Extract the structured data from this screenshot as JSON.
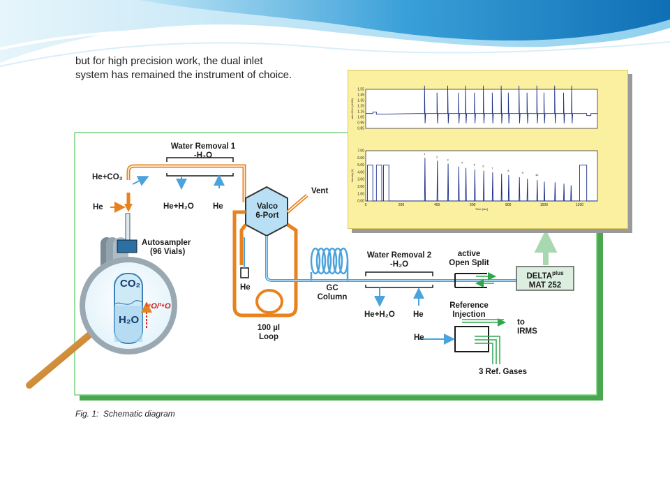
{
  "intro": {
    "line1": "but for high precision work, the dual inlet",
    "line2": "system has remained the instrument of choice."
  },
  "caption": {
    "prefix": "Fig. 1:",
    "text": "Schematic diagram"
  },
  "labels": {
    "water_removal_1_title": "Water Removal 1",
    "water_removal_1_sub": "-H₂O",
    "he_co2": "He+CO₂",
    "he_left": "He",
    "he_h2o_1": "He+H₂O",
    "he_1": "He",
    "valco_1": "Valco",
    "valco_2": "6-Port",
    "vent": "Vent",
    "autosampler_1": "Autosampler",
    "autosampler_2": "(96 Vials)",
    "co2": "CO₂",
    "h2o": "H₂O",
    "isotope": "¹⁸O/¹⁶O",
    "he_loop": "He",
    "loop_1": "100 µl",
    "loop_2": "Loop",
    "gc_1": "GC",
    "gc_2": "Column",
    "water_removal_2_title": "Water Removal 2",
    "water_removal_2_sub": "-H₂O",
    "he_h2o_2": "He+H₂O",
    "he_2": "He",
    "active": "active",
    "open_split": "Open Split",
    "delta_1": "DELTA",
    "delta_sup": "plus",
    "delta_2": "MAT 252",
    "ref_inj_1": "Reference",
    "ref_inj_2": "Injection",
    "to_irms_1": "to",
    "to_irms_2": "IRMS",
    "he_ref": "He",
    "ref_gases": "3 Ref. Gases"
  },
  "inset_plot": {
    "top_ylabel": "ratio 45/44 (x1000)",
    "top_yticks": [
      "1.55",
      "1.45",
      "1.35",
      "1.25",
      "1.15",
      "1.05",
      "0.95",
      "0.85"
    ],
    "bottom_ylabel": "Intensity [V]",
    "bottom_yticks": [
      "7.00",
      "6.00",
      "5.00",
      "4.00",
      "3.00",
      "2.00",
      "1.00",
      "0.00"
    ],
    "xticks": [
      "0",
      "200",
      "400",
      "600",
      "800",
      "1000",
      "1200"
    ],
    "xlabel": "Time [sec]",
    "peak_labels": [
      "1",
      "2",
      "3",
      "4",
      "5",
      "6",
      "7",
      "8",
      "9",
      "10"
    ]
  },
  "colors": {
    "orange": "#e8821e",
    "blue": "#4aa3dc",
    "green": "#2aa84a",
    "panel_border": "#6cc070",
    "inset_bg": "#fbf0a0"
  }
}
